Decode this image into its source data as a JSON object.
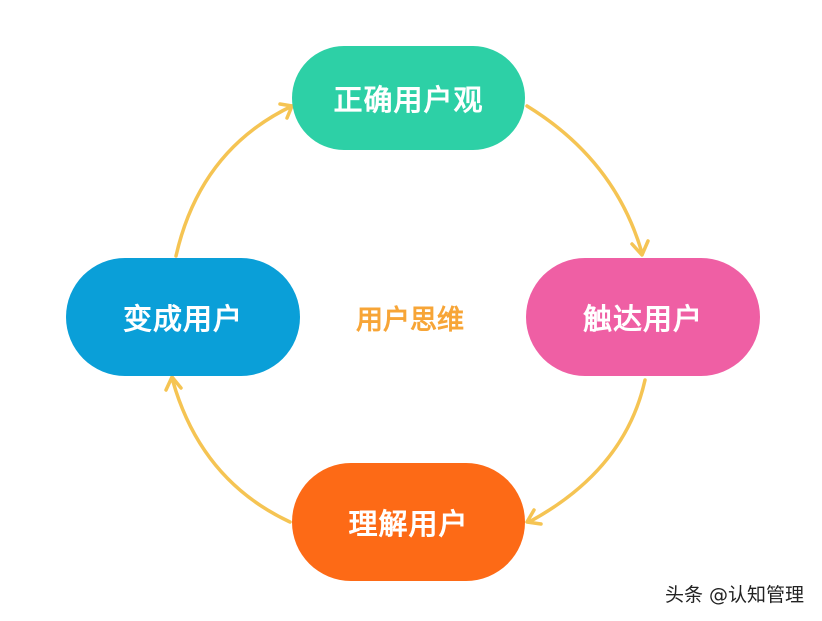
{
  "center_label": "用户思维",
  "nodes": {
    "top": "正确用户观",
    "right": "触达用户",
    "bottom": "理解用户",
    "left": "变成用户"
  },
  "watermark": "头条 @认知管理",
  "colors": {
    "top": "#2dd0a6",
    "right": "#ef5fa4",
    "bottom": "#fd6a16",
    "left": "#0a9fd8",
    "arrow": "#f5c453",
    "center": "#f7a537"
  }
}
